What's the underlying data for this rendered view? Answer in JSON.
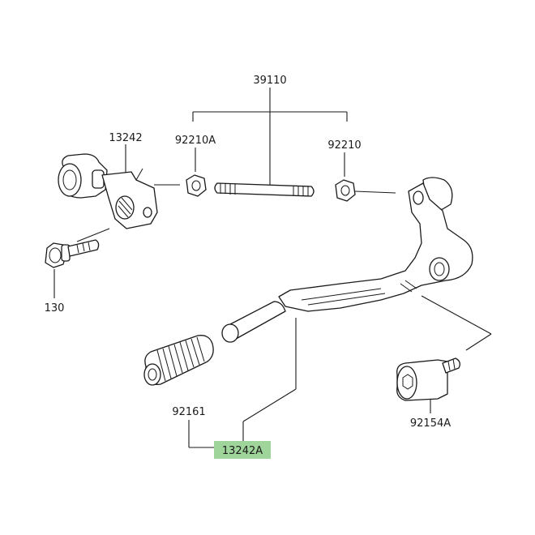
{
  "labels": {
    "p39110": "39110",
    "p13242": "13242",
    "p92210A": "92210A",
    "p92210": "92210",
    "p130": "130",
    "p92161": "92161",
    "p92154A": "92154A",
    "p13242A": "13242A"
  },
  "colors": {
    "highlight": "#9fd49b",
    "ink": "#1a1a1a"
  }
}
